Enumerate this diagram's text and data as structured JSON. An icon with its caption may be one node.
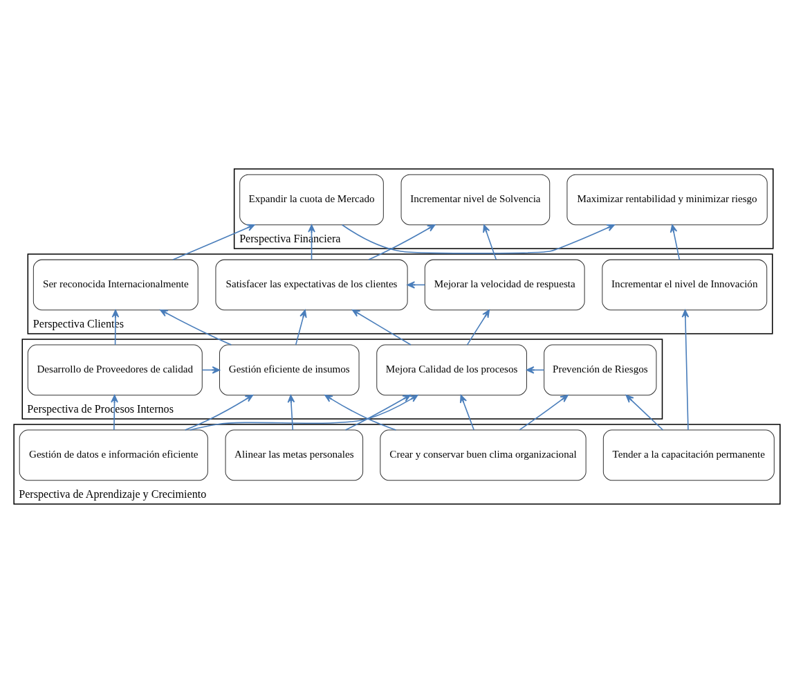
{
  "diagram": {
    "nodes": [
      {
        "text": [
          "Perspectiva Financiera"
        ]
      },
      {
        "text": [
          "Expandir la cuota de Mercado"
        ],
        "in": 0
      },
      {
        "text": [
          "Maximizar rentabilidad y minimizar riesgo"
        ],
        "in": 0
      },
      {
        "text": [
          "Incrementar nivel de Solvencia"
        ],
        "in": 0
      },
      {
        "text": [
          "Perspectiva Clientes"
        ]
      },
      {
        "text": [
          "Ser reconocida Internacionalmente"
        ],
        "in": 4
      },
      {
        "text": [
          "Satisfacer las expectativas de los clientes"
        ],
        "in": 4
      },
      {
        "text": [
          "Mejorar la velocidad de respuesta"
        ],
        "in": 4
      },
      {
        "text": [
          "Incrementar el nivel de Innovación"
        ],
        "in": 4
      },
      {
        "text": [
          "Perspectiva de Procesos Internos"
        ]
      },
      {
        "text": [
          "Desarrollo de Proveedores de calidad"
        ],
        "in": 9
      },
      {
        "text": [
          "Gestión eficiente de insumos"
        ],
        "in": 9
      },
      {
        "text": [
          "Mejora Calidad de los procesos"
        ],
        "in": 9
      },
      {
        "text": [
          "Prevención de Riesgos"
        ],
        "in": 9
      },
      {
        "text": [
          "Perspectiva de Aprendizaje y Crecimiento"
        ]
      },
      {
        "text": [
          "Alinear las metas personales"
        ],
        "in": 14
      },
      {
        "text": [
          "Crear y conservar buen clima organizacional"
        ],
        "in": 14
      },
      {
        "text": [
          "Gestión de datos e información eficiente"
        ],
        "in": 14
      },
      {
        "text": [
          "Tender a la capacitación permanente"
        ],
        "in": 14
      }
    ],
    "edges": [
      {
        "from": 1,
        "to": 2,
        "arrow": "to"
      },
      {
        "from": 5,
        "to": 1,
        "arrow": "to"
      },
      {
        "from": 6,
        "to": 1,
        "arrow": "to"
      },
      {
        "from": 6,
        "to": 3,
        "arrow": "to"
      },
      {
        "from": 7,
        "to": 3,
        "arrow": "to"
      },
      {
        "from": 8,
        "to": 2,
        "arrow": "to"
      },
      {
        "from": 7,
        "to": 6,
        "arrow": "to"
      },
      {
        "from": 10,
        "to": 5,
        "arrow": "to"
      },
      {
        "from": 11,
        "to": 5,
        "arrow": "to"
      },
      {
        "from": 11,
        "to": 6,
        "arrow": "to"
      },
      {
        "from": 12,
        "to": 6,
        "arrow": "to"
      },
      {
        "from": 12,
        "to": 7,
        "arrow": "to"
      },
      {
        "from": 10,
        "to": 11,
        "arrow": "to"
      },
      {
        "from": 13,
        "to": 12,
        "arrow": "to"
      },
      {
        "from": 15,
        "to": 11,
        "arrow": "to"
      },
      {
        "from": 15,
        "to": 12,
        "arrow": "to"
      },
      {
        "from": 16,
        "to": 11,
        "arrow": "to"
      },
      {
        "from": 16,
        "to": 12,
        "arrow": "to"
      },
      {
        "from": 16,
        "to": 13,
        "arrow": "to"
      },
      {
        "from": 17,
        "to": 10,
        "arrow": "to"
      },
      {
        "from": 17,
        "to": 11,
        "arrow": "to"
      },
      {
        "from": 17,
        "to": 12,
        "arrow": "to"
      },
      {
        "from": 18,
        "to": 13,
        "arrow": "to"
      },
      {
        "from": 18,
        "to": 8,
        "arrow": "to"
      }
    ]
  }
}
